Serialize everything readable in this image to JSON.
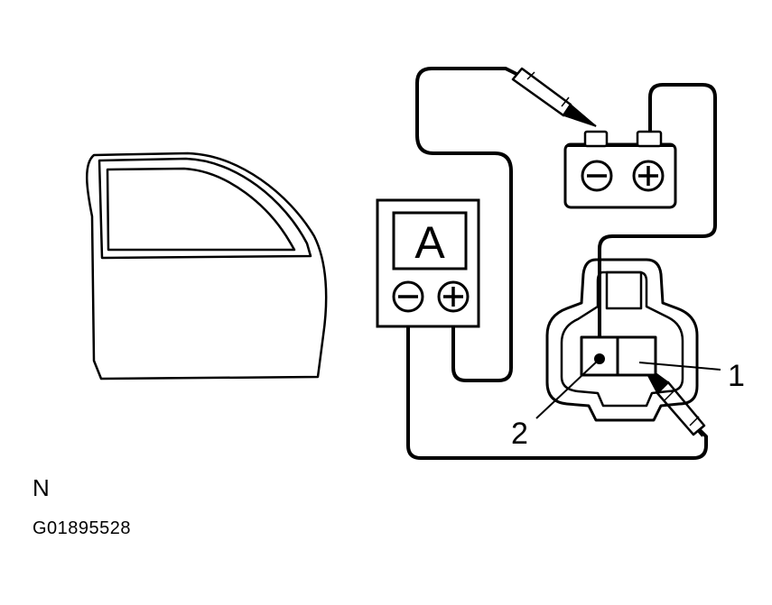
{
  "diagram": {
    "ammeter": {
      "display_letter": "A",
      "negative_symbol": "minus-sign",
      "positive_symbol": "plus-sign"
    },
    "battery": {
      "negative_symbol": "minus-sign",
      "positive_symbol": "plus-sign"
    },
    "callouts": {
      "terminal_1": "1",
      "terminal_2": "2"
    },
    "view_code": "N",
    "figure_id": "G01895528",
    "line_color": "#000000",
    "background_color": "#ffffff"
  }
}
